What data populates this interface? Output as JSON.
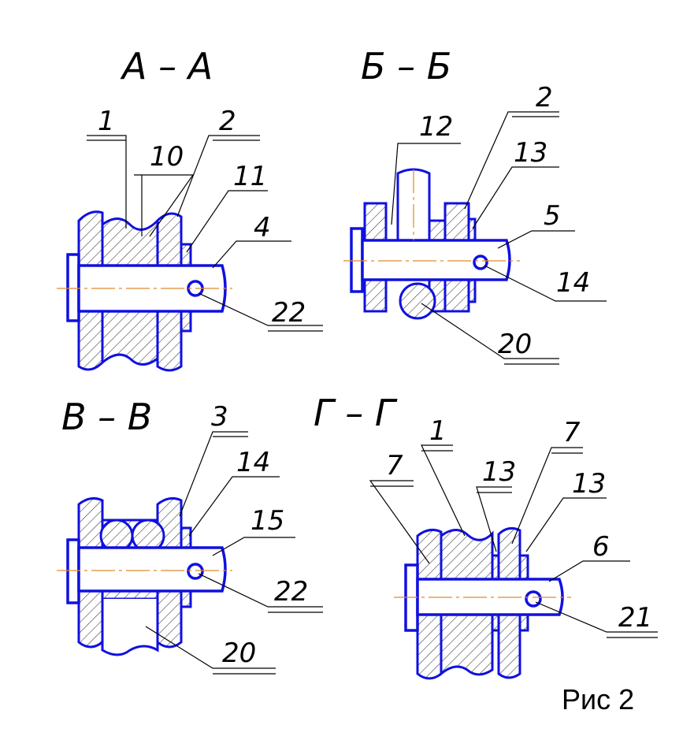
{
  "sections": [
    {
      "title": "А – А",
      "labels": [
        "1",
        "10",
        "2",
        "11",
        "4",
        "22"
      ]
    },
    {
      "title": "Б – Б",
      "labels": [
        "12",
        "2",
        "13",
        "5",
        "14",
        "20"
      ]
    },
    {
      "title": "В – В",
      "labels": [
        "3",
        "14",
        "15",
        "22",
        "20"
      ]
    },
    {
      "title": "Г – Г",
      "labels": [
        "7",
        "1",
        "13",
        "7",
        "13",
        "6",
        "21"
      ]
    }
  ],
  "caption": "Рис 2",
  "colors": {
    "outline": "#1010e0",
    "axis": "#e08a2a",
    "text": "#000000"
  }
}
